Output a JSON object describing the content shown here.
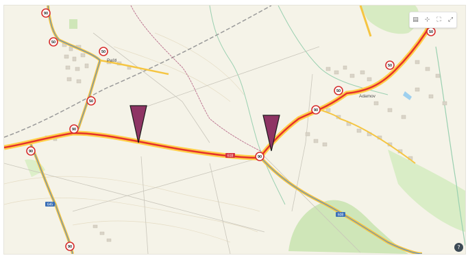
{
  "map": {
    "places": [
      {
        "name": "Paštl"
      },
      {
        "name": "Adamov"
      }
    ],
    "road_shields": [
      {
        "label": "618"
      },
      {
        "label": "645"
      },
      {
        "label": "608"
      }
    ],
    "speed_limits": [
      {
        "value": "90"
      },
      {
        "value": "50"
      },
      {
        "value": "50"
      },
      {
        "value": "50"
      },
      {
        "value": "90"
      },
      {
        "value": "90"
      },
      {
        "value": "90"
      },
      {
        "value": "90"
      },
      {
        "value": "50"
      },
      {
        "value": "50"
      },
      {
        "value": "90"
      },
      {
        "value": "50"
      }
    ],
    "markers": [
      {
        "name": "marker-1"
      },
      {
        "name": "marker-2"
      }
    ],
    "colors": {
      "background": "#f5f3e8",
      "main_road": "#e5322b",
      "road_casing": "#ffcf4a",
      "secondary_road": "#f5c542",
      "blue_route": "#4a86d8",
      "forest": "#cfe6b8",
      "marker": "#8e3464",
      "water": "#9ed0ef"
    }
  },
  "controls": {
    "buttons": [
      {
        "icon": "▤",
        "name": "layers"
      },
      {
        "icon": "⊹",
        "name": "measure"
      },
      {
        "icon": "⛶",
        "name": "fullscreen"
      },
      {
        "icon": "⤢",
        "name": "expand"
      }
    ],
    "help_label": "?"
  }
}
